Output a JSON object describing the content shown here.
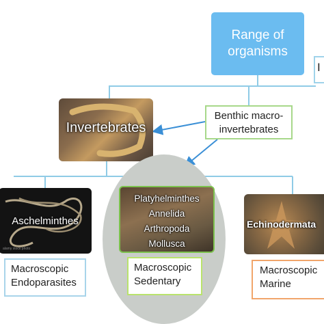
{
  "root": {
    "line1": "Range of",
    "line2": "organisms"
  },
  "clipped_box": {
    "text": "I"
  },
  "benthic": {
    "line1": "Benthic macro-",
    "line2": "invertebrates"
  },
  "invertebrates": {
    "label": "Invertebrates"
  },
  "aschelminthes": {
    "label": "Aschelminthes",
    "watermark": "alamy stock photo"
  },
  "platyhelminthes_group": {
    "phyla": [
      "Platyhelminthes",
      "Annelida",
      "Arthropoda",
      "Mollusca"
    ]
  },
  "echinodermata": {
    "label": "Echinodermata"
  },
  "boxes": [
    {
      "line1": "Macroscopic",
      "line2": "Endoparasites"
    },
    {
      "line1": "Macroscopic",
      "line2": "Sedentary"
    },
    {
      "line1": "Macroscopic",
      "line2": "Marine"
    }
  ],
  "colors": {
    "root_fill": "#6bbcf0",
    "connector": "#8fcbe6",
    "arrow": "#3a8fd6",
    "highlight_ellipse": "#c9cdc9"
  }
}
